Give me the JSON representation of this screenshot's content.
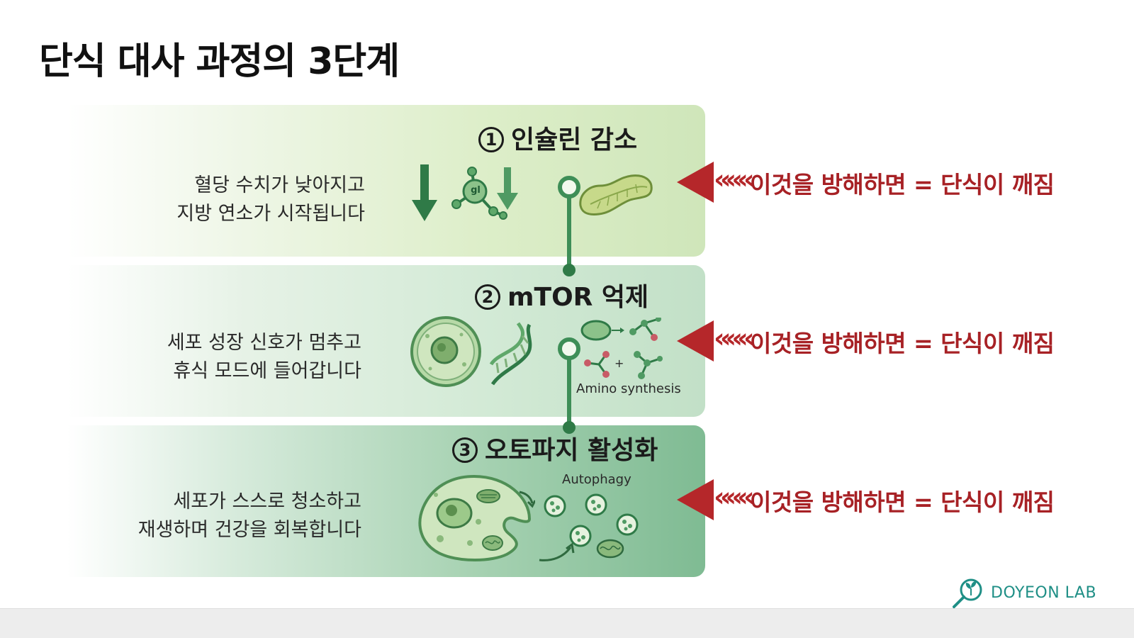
{
  "title": "단식 대사 과정의 3단계",
  "stages": [
    {
      "number": "1",
      "heading": "인슐린 감소",
      "desc_line1": "혈당 수치가 낮아지고",
      "desc_line2": "지방 연소가 시작됩니다",
      "icon_label": "gl",
      "icons": [
        "down-arrow-icon",
        "glucose-molecule-icon",
        "pancreas-icon"
      ]
    },
    {
      "number": "2",
      "heading": "mTOR 억제",
      "desc_line1": "세포 성장 신호가 멈추고",
      "desc_line2": "휴식 모드에 들어갑니다",
      "icon_caption": "Amino synthesis",
      "icons": [
        "cell-icon",
        "dna-icon",
        "amino-synthesis-icon"
      ]
    },
    {
      "number": "3",
      "heading": "오토파지 활성화",
      "desc_line1": "세포가 스스로 청소하고",
      "desc_line2": "재생하며 건강을 회복합니다",
      "icon_caption": "Autophagy",
      "icons": [
        "autophagy-cell-icon",
        "vesicle-icon"
      ]
    }
  ],
  "warning": {
    "chevrons": "«««",
    "text": "이것을 방해하면 = 단식이 깨짐"
  },
  "brand": {
    "name": "DOYEON LAB"
  },
  "colors": {
    "accent_green": "#3e8e57",
    "warning_red": "#b5272a",
    "brand_teal": "#1f8f86"
  }
}
